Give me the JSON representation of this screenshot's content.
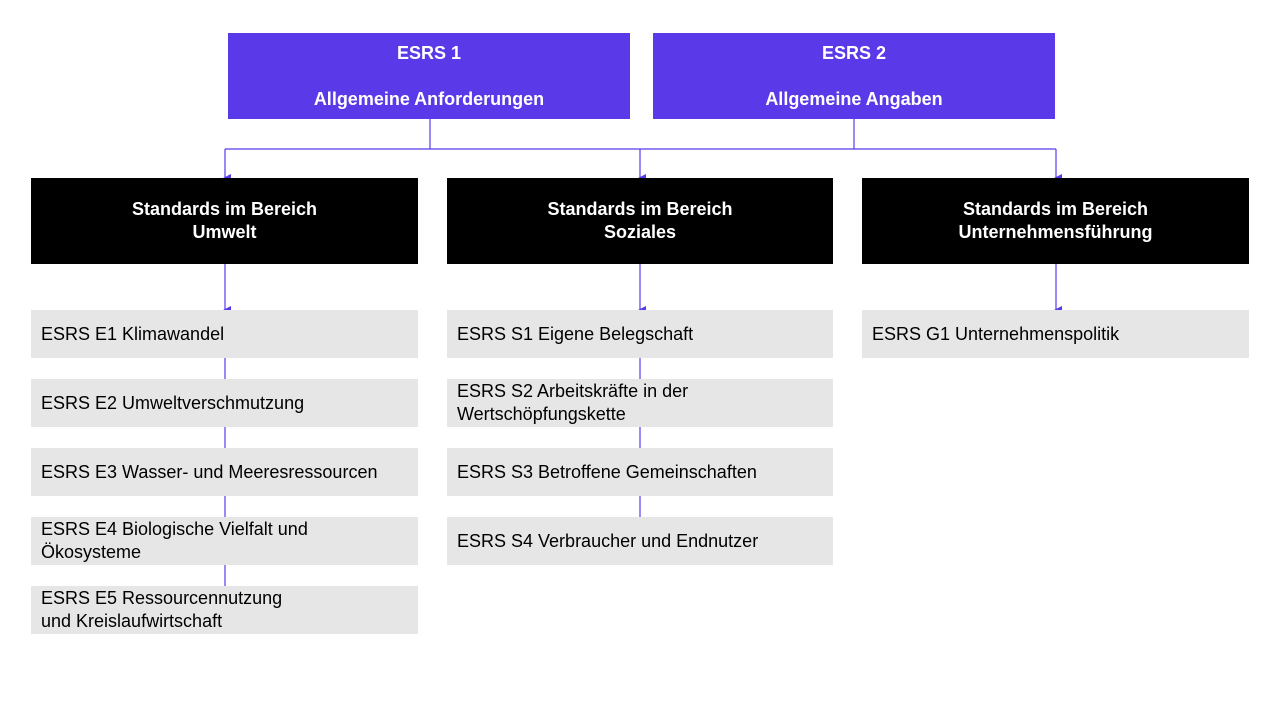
{
  "top_boxes": [
    {
      "title": "ESRS 1",
      "subtitle": "Allgemeine Anforderungen"
    },
    {
      "title": "ESRS 2",
      "subtitle": "Allgemeine Angaben"
    }
  ],
  "categories": [
    {
      "label": "Standards im Bereich\nUmwelt"
    },
    {
      "label": "Standards im Bereich\nSoziales"
    },
    {
      "label": "Standards im Bereich\nUnternehmensführung"
    }
  ],
  "columns": [
    {
      "items": [
        "ESRS E1 Klimawandel",
        "ESRS E2 Umweltverschmutzung",
        "ESRS E3 Wasser- und Meeresressourcen",
        "ESRS E4 Biologische Vielfalt und\nÖkosysteme",
        "ESRS E5 Ressourcennutzung\nund Kreislaufwirtschaft"
      ]
    },
    {
      "items": [
        "ESRS S1 Eigene Belegschaft",
        "ESRS S2 Arbeitskräfte in der\nWertschöpfungskette",
        "ESRS S3 Betroffene Gemeinschaften",
        "ESRS S4 Verbraucher und Endnutzer"
      ]
    },
    {
      "items": [
        "ESRS G1 Unternehmenspolitik"
      ]
    }
  ],
  "colors": {
    "top_box": "#5a3ae8",
    "category_box": "#000000",
    "item_box": "#e6e6e6",
    "connector": "#5a3ae8"
  }
}
